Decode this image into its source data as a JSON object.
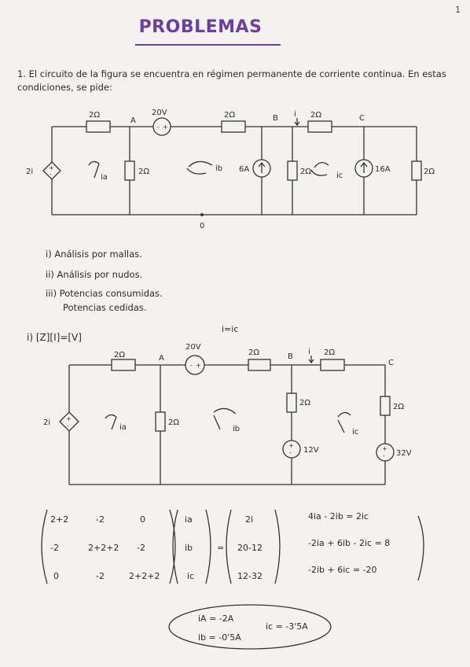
{
  "page_number": "1",
  "title": "PROBLEMAS",
  "statement": "1. El circuito de la figura se encuentra en régimen permanente de corriente continua. En estas condiciones, se pide:",
  "circuit1": {
    "node_a": "A",
    "node_b": "B",
    "node_c": "C",
    "node_0": "0",
    "r_top_left": "2Ω",
    "v_top": "20V",
    "r_top_mid": "2Ω",
    "current_i": "i",
    "r_top_right": "2Ω",
    "dep_source": "2i",
    "r_vert_a": "2Ω",
    "i_source_6": "6A",
    "r_vert_b": "2Ω",
    "i_source_16": "16A",
    "r_right": "2Ω",
    "mesh_a": "ia",
    "mesh_b": "ib",
    "mesh_c": "ic",
    "plus": "+",
    "minus": "-"
  },
  "questions": [
    "i) Análisis por mallas.",
    "ii) Análisis por nudos.",
    "iii) Potencias consumidas.",
    "Potencias cedidas."
  ],
  "solution_header": "i) [Z][I]=[V]",
  "i_equals": "i=ic",
  "circuit2": {
    "node_a": "A",
    "node_b": "B",
    "node_c": "C",
    "r_top_left": "2Ω",
    "v_top": "20V",
    "r_top_mid": "2Ω",
    "current_i": "i",
    "r_top_right": "2Ω",
    "dep_source": "2i",
    "r_vert_a": "2Ω",
    "r_vert_b": "2Ω",
    "v_b": "12V",
    "r_right": "2Ω",
    "v_c": "32V",
    "mesh_a": "ia",
    "mesh_b": "ib",
    "mesh_c": "ic",
    "plus": "+",
    "minus": "-"
  },
  "matrix_z": [
    [
      "2+2",
      "-2",
      "0"
    ],
    [
      "-2",
      "2+2+2",
      "-2"
    ],
    [
      "0",
      "-2",
      "2+2+2"
    ]
  ],
  "vector_i": [
    "ia",
    "ib",
    "ic"
  ],
  "equals": "=",
  "vector_v": [
    "2i",
    "20-12",
    "12-32"
  ],
  "system": [
    "4ia - 2ib = 2ic",
    "-2ia + 6ib - 2ic = 8",
    "-2ib + 6ic = -20"
  ],
  "results": {
    "ia": "iA = -2A",
    "ib": "ib = -0'5A",
    "ic": "ic = -3'5A"
  }
}
